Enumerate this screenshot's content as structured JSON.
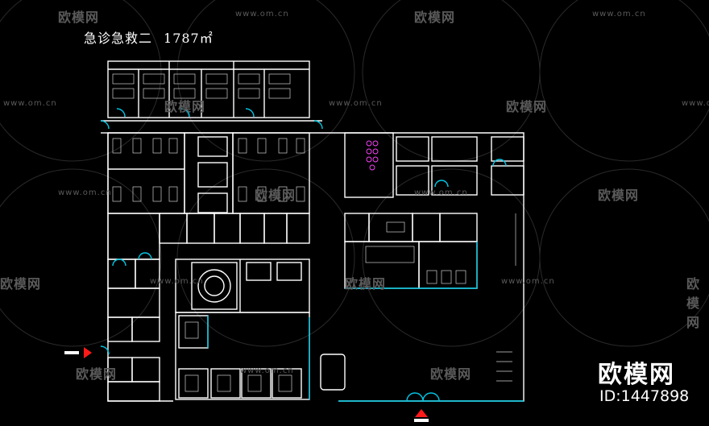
{
  "title": {
    "text": "急诊急救二",
    "area": "1787㎡"
  },
  "watermark": {
    "brand": "欧模网",
    "url": "www.om.cn"
  },
  "brand_badge": {
    "name": "欧模网",
    "id": "ID:1447898"
  },
  "colors": {
    "wall": "#ffffff",
    "cyan": "#00c8e6",
    "magenta": "#ff44ff",
    "entrance": "#ff1a1a",
    "watermark": "#5a5a5a"
  }
}
